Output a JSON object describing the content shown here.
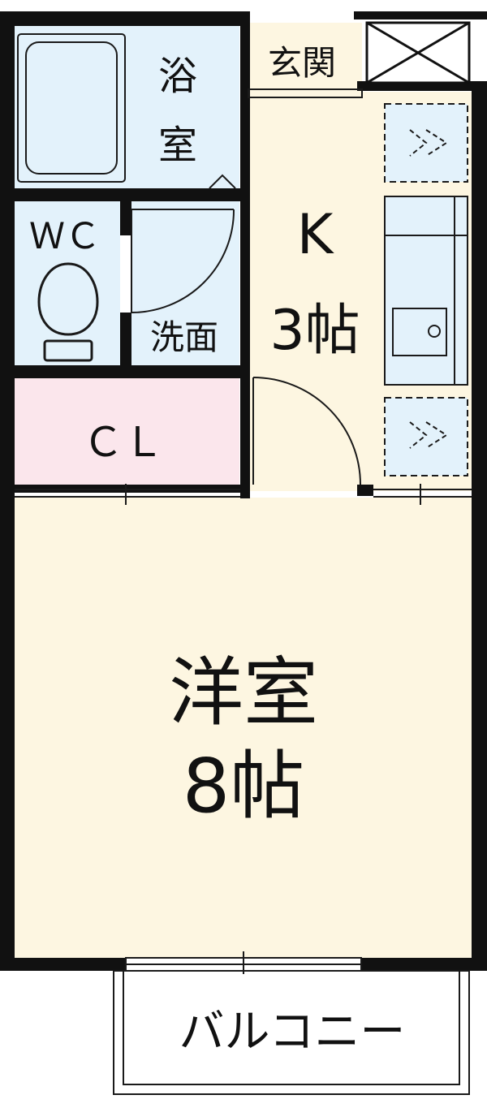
{
  "rooms": {
    "bath": {
      "label_line1": "浴",
      "label_line2": "室"
    },
    "entrance": {
      "label": "玄関"
    },
    "kitchen": {
      "label": "K",
      "size": "3帖"
    },
    "wc": {
      "label": "ＷＣ"
    },
    "washroom": {
      "label": "洗面"
    },
    "closet": {
      "label": "ＣＬ"
    },
    "western_room": {
      "label": "洋室",
      "size": "8帖"
    },
    "balcony": {
      "label": "バルコニー"
    }
  },
  "colors": {
    "wall": "#111111",
    "wet_area": "#e3f2fb",
    "living_area": "#fdf6e1",
    "closet": "#fbe6ec",
    "line": "#1a1a1a"
  }
}
